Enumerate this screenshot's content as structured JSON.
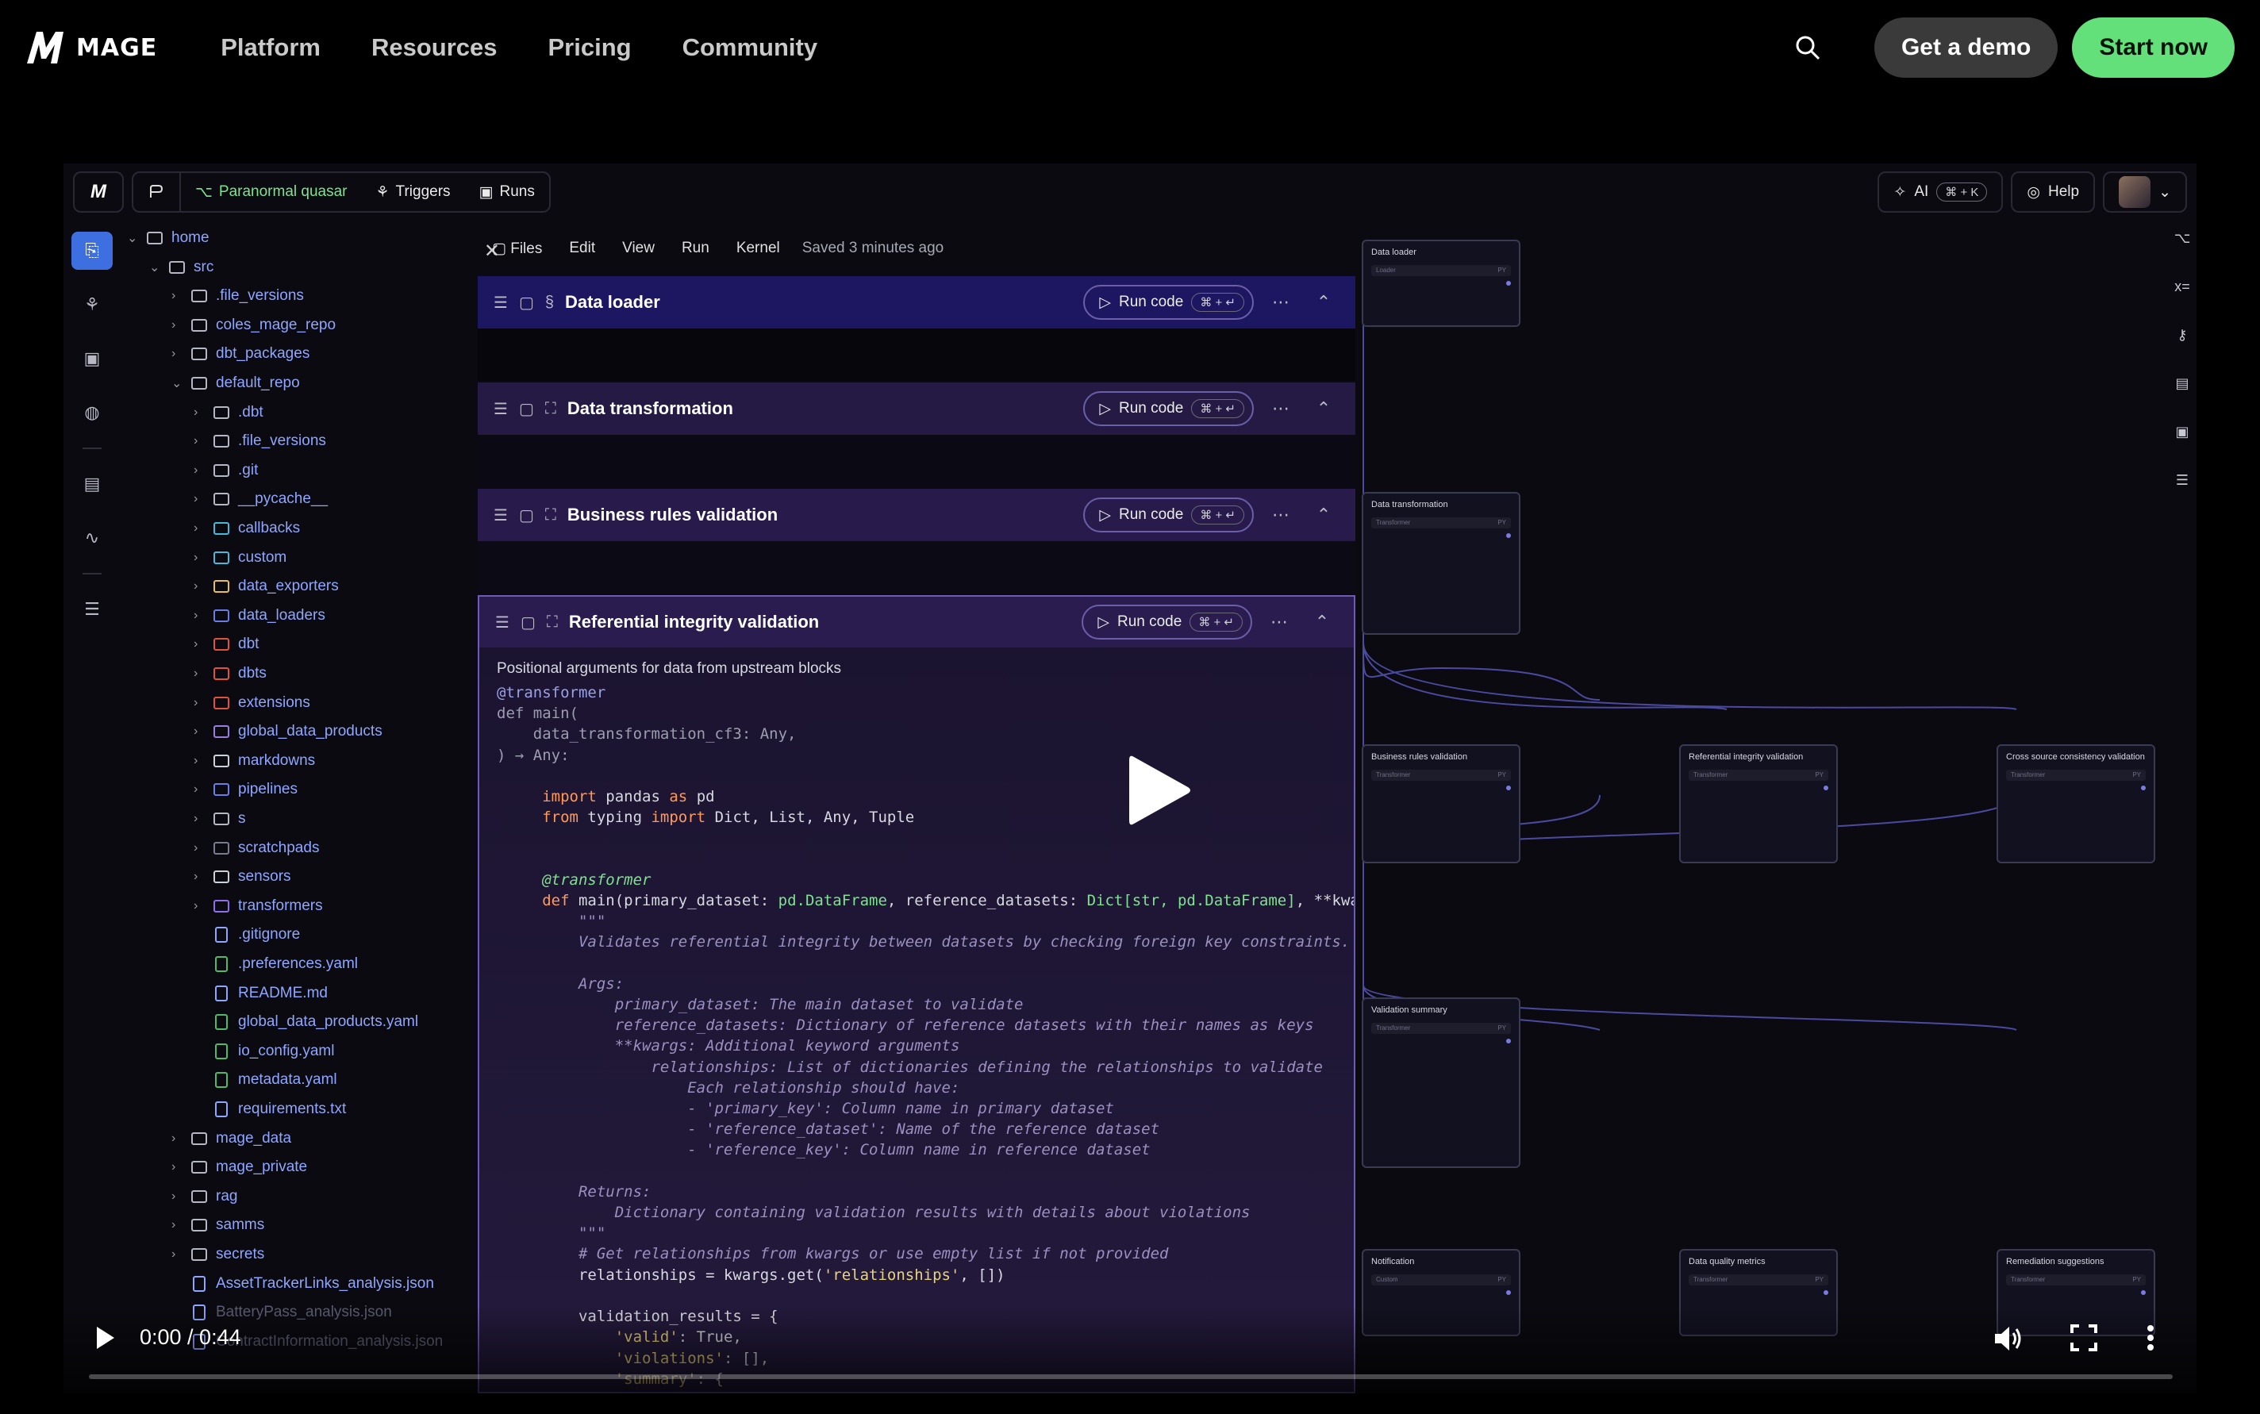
{
  "site": {
    "brand": "MAGE",
    "nav": [
      "Platform",
      "Resources",
      "Pricing",
      "Community"
    ],
    "demo_label": "Get a demo",
    "start_label": "Start now"
  },
  "app": {
    "logo": "M",
    "pipeline_name": "Paranormal quasar",
    "triggers_label": "Triggers",
    "runs_label": "Runs",
    "ai_label": "AI",
    "ai_shortcut": "⌘ + K",
    "help_label": "Help"
  },
  "tree": {
    "root": "home",
    "items": [
      {
        "label": "src",
        "indent": 1,
        "type": "folder",
        "open": true
      },
      {
        "label": ".file_versions",
        "indent": 2,
        "type": "folder"
      },
      {
        "label": "coles_mage_repo",
        "indent": 2,
        "type": "folder"
      },
      {
        "label": "dbt_packages",
        "indent": 2,
        "type": "folder"
      },
      {
        "label": "default_repo",
        "indent": 2,
        "type": "folder",
        "open": true
      },
      {
        "label": ".dbt",
        "indent": 3,
        "type": "folder"
      },
      {
        "label": ".file_versions",
        "indent": 3,
        "type": "folder"
      },
      {
        "label": ".git",
        "indent": 3,
        "type": "folder"
      },
      {
        "label": "__pycache__",
        "indent": 3,
        "type": "folder"
      },
      {
        "label": "callbacks",
        "indent": 3,
        "type": "folder"
      },
      {
        "label": "custom",
        "indent": 3,
        "type": "folder"
      },
      {
        "label": "data_exporters",
        "indent": 3,
        "type": "folder"
      },
      {
        "label": "data_loaders",
        "indent": 3,
        "type": "folder"
      },
      {
        "label": "dbt",
        "indent": 3,
        "type": "folder"
      },
      {
        "label": "dbts",
        "indent": 3,
        "type": "folder"
      },
      {
        "label": "extensions",
        "indent": 3,
        "type": "folder"
      },
      {
        "label": "global_data_products",
        "indent": 3,
        "type": "folder"
      },
      {
        "label": "markdowns",
        "indent": 3,
        "type": "folder"
      },
      {
        "label": "pipelines",
        "indent": 3,
        "type": "folder"
      },
      {
        "label": "s",
        "indent": 3,
        "type": "folder"
      },
      {
        "label": "scratchpads",
        "indent": 3,
        "type": "folder"
      },
      {
        "label": "sensors",
        "indent": 3,
        "type": "folder"
      },
      {
        "label": "transformers",
        "indent": 3,
        "type": "folder"
      },
      {
        "label": ".gitignore",
        "indent": 3,
        "type": "file"
      },
      {
        "label": ".preferences.yaml",
        "indent": 3,
        "type": "file"
      },
      {
        "label": "README.md",
        "indent": 3,
        "type": "file"
      },
      {
        "label": "global_data_products.yaml",
        "indent": 3,
        "type": "file"
      },
      {
        "label": "io_config.yaml",
        "indent": 3,
        "type": "file"
      },
      {
        "label": "metadata.yaml",
        "indent": 3,
        "type": "file"
      },
      {
        "label": "requirements.txt",
        "indent": 3,
        "type": "file"
      },
      {
        "label": "mage_data",
        "indent": 2,
        "type": "folder"
      },
      {
        "label": "mage_private",
        "indent": 2,
        "type": "folder"
      },
      {
        "label": "rag",
        "indent": 2,
        "type": "folder"
      },
      {
        "label": "samms",
        "indent": 2,
        "type": "folder"
      },
      {
        "label": "secrets",
        "indent": 2,
        "type": "folder"
      },
      {
        "label": "AssetTrackerLinks_analysis.json",
        "indent": 2,
        "type": "file"
      },
      {
        "label": "BatteryPass_analysis.json",
        "indent": 2,
        "type": "file"
      },
      {
        "label": "ContractInformation_analysis.json",
        "indent": 2,
        "type": "file"
      }
    ]
  },
  "editor": {
    "menu": [
      "Files",
      "Edit",
      "View",
      "Run",
      "Kernel"
    ],
    "saved": "Saved 3 minutes ago",
    "run_label": "Run code",
    "blocks": [
      {
        "title": "Data loader"
      },
      {
        "title": "Data transformation"
      },
      {
        "title": "Business rules validation"
      },
      {
        "title": "Referential integrity validation"
      }
    ],
    "args_note": "Positional arguments for data from upstream blocks"
  },
  "dag": {
    "nodes": [
      {
        "title": "Data loader",
        "type": "Loader"
      },
      {
        "title": "Data transformation",
        "type": "Transformer"
      },
      {
        "title": "Business rules validation",
        "type": "Transformer"
      },
      {
        "title": "Referential integrity validation",
        "type": "Transformer"
      },
      {
        "title": "Cross source consistency validation",
        "type": "Transformer"
      },
      {
        "title": "Validation summary",
        "type": "Transformer"
      },
      {
        "title": "Notification",
        "type": "Custom"
      },
      {
        "title": "Data quality metrics",
        "type": "Transformer"
      },
      {
        "title": "Remediation suggestions",
        "type": "Transformer"
      }
    ]
  },
  "video": {
    "time": "0:00 / 0:44",
    "progress": 0
  }
}
